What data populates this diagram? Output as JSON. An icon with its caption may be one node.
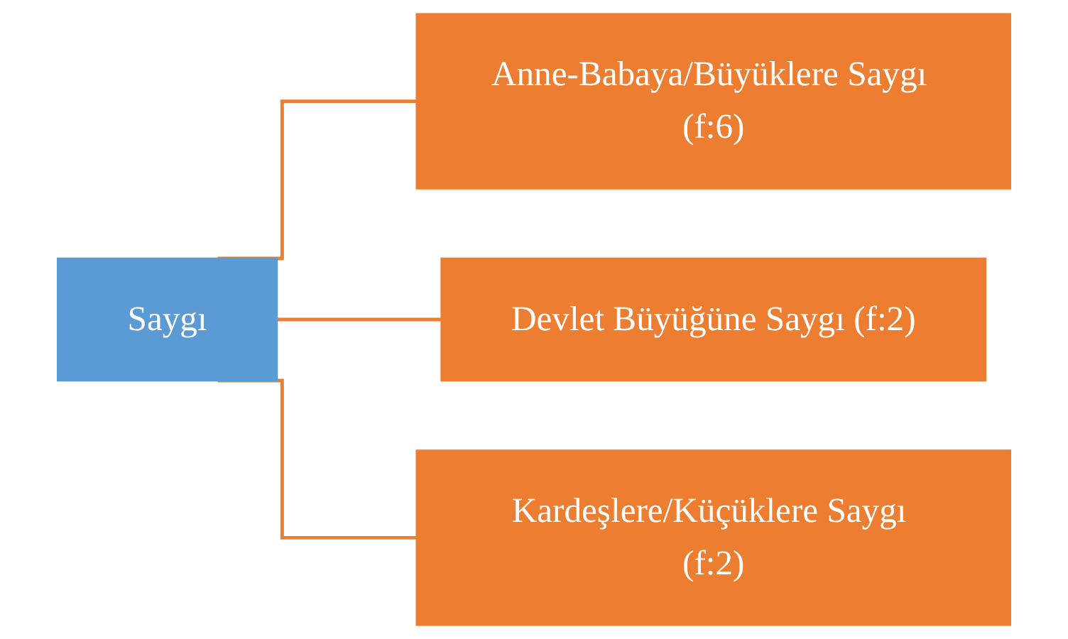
{
  "diagram": {
    "nodes": [
      {
        "text": [
          "Saygı"
        ]
      },
      {
        "text": [
          "Anne-Babaya/Büyüklere Saygı (f:6)"
        ]
      },
      {
        "text": [
          "Devlet Büyüğüne Saygı (f:2)"
        ]
      },
      {
        "text": [
          "Kardeşlere/Küçüklere Saygı (f:2)"
        ]
      }
    ],
    "edges": [
      {
        "from": 0,
        "to": 1,
        "arrow": "none"
      },
      {
        "from": 0,
        "to": 2,
        "arrow": "none"
      },
      {
        "from": 0,
        "to": 3,
        "arrow": "none"
      }
    ]
  }
}
